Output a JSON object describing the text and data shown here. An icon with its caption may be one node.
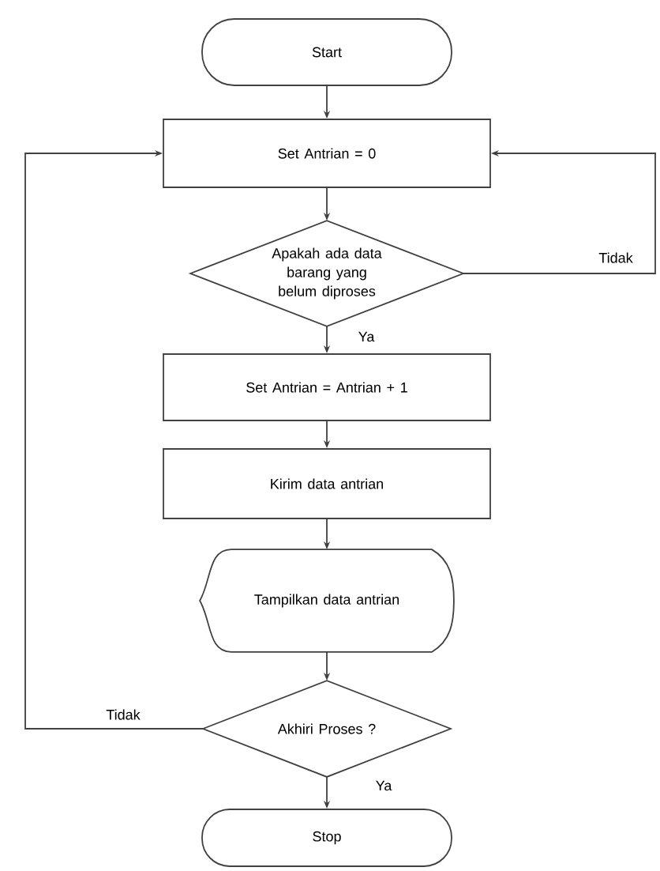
{
  "diagram": {
    "nodes": [
      {
        "text": [
          "Start"
        ]
      },
      {
        "text": [
          "Set Antrian = 0"
        ]
      },
      {
        "text": [
          "Apakah ada data barang yang belum diproses"
        ]
      },
      {
        "text": [
          "Set Antrian = Antrian + 1"
        ]
      },
      {
        "text": [
          "Kirim data antrian"
        ]
      },
      {
        "text": [
          "Tampilkan data antrian"
        ]
      },
      {
        "text": [
          "Akhiri Proses ?"
        ]
      },
      {
        "text": [
          "Stop"
        ]
      }
    ],
    "edges": [
      {
        "from": 0,
        "to": 1,
        "arrow": "to"
      },
      {
        "from": 1,
        "to": 2,
        "arrow": "to"
      },
      {
        "from": 2,
        "to": 3,
        "arrow": "to",
        "label": "Ya"
      },
      {
        "from": 3,
        "to": 4,
        "arrow": "to"
      },
      {
        "from": 4,
        "to": 5,
        "arrow": "to"
      },
      {
        "from": 5,
        "to": 6,
        "arrow": "to"
      },
      {
        "from": 6,
        "to": 7,
        "arrow": "to",
        "label": "Ya"
      },
      {
        "from": 6,
        "to": 1,
        "arrow": "to",
        "label": "Tidak"
      },
      {
        "from": 2,
        "to": 1,
        "arrow": "to",
        "label": "Tidak"
      }
    ]
  }
}
